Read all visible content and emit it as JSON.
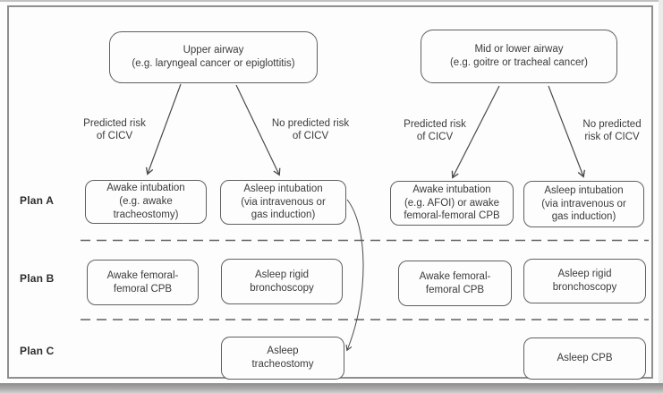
{
  "diagram_title": "Airway management plans flowchart",
  "colors": {
    "text": "#3b3b3b",
    "box_border": "#606060",
    "frame_border": "#8f8f8f",
    "arrow": "#4a4a4a",
    "background": "#fdfdfd"
  },
  "plan_labels": {
    "a": "Plan A",
    "b": "Plan B",
    "c": "Plan C"
  },
  "branch_labels": {
    "upper_predicted": "Predicted risk\nof CICV",
    "upper_no_predicted": "No predicted risk\nof CICV",
    "mid_predicted": "Predicted risk\nof CICV",
    "mid_no_predicted": "No predicted\nrisk of CICV"
  },
  "nodes": {
    "upper_airway": "Upper airway\n(e.g. laryngeal cancer or epiglottitis)",
    "mid_lower_airway": "Mid or lower airway\n(e.g. goitre or tracheal cancer)",
    "upper_plan_a_awake": "Awake intubation\n(e.g. awake\ntracheostomy)",
    "upper_plan_a_asleep": "Asleep intubation\n(via intravenous or\ngas induction)",
    "upper_plan_b_awake": "Awake femoral-\nfemoral CPB",
    "upper_plan_b_asleep": "Asleep rigid\nbronchoscopy",
    "upper_plan_c": "Asleep\ntracheostomy",
    "mid_plan_a_awake": "Awake intubation\n(e.g. AFOI) or awake\nfemoral-femoral CPB",
    "mid_plan_a_asleep": "Asleep intubation\n(via intravenous or\ngas induction)",
    "mid_plan_b_awake": "Awake femoral-\nfemoral CPB",
    "mid_plan_b_asleep": "Asleep rigid\nbronchoscopy",
    "mid_plan_c": "Asleep CPB"
  }
}
